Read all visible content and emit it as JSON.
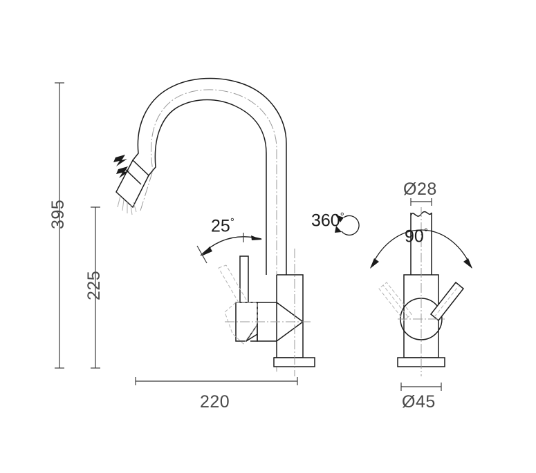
{
  "drawing": {
    "title": "Kitchen mixer tap technical dimension drawing",
    "units": "mm",
    "line_color": "#1b1b1b",
    "dimension_color": "#4a4a4a",
    "centerline_color": "#9a9a9a",
    "ghost_color": "#b4b4b4",
    "background": "#ffffff"
  },
  "dimensions": {
    "overall_height": "395",
    "spout_height": "225",
    "spout_reach": "220",
    "spout_diameter": "Ø28",
    "base_diameter": "Ø45"
  },
  "annotations": {
    "handle_tilt": "25",
    "handle_tilt_unit": "°",
    "spout_rotation": "360",
    "spout_rotation_unit": "°",
    "handle_swivel": "90",
    "handle_swivel_unit": "°"
  },
  "views": {
    "front": {
      "name": "front-elevation",
      "features": [
        "gooseneck-spout",
        "pull-down-spray-head",
        "lever-handle",
        "body-cylinder",
        "base-flange"
      ]
    },
    "side": {
      "name": "side-elevation",
      "features": [
        "spout-tube",
        "lever-handle",
        "body-cylinder",
        "base-flange"
      ]
    }
  },
  "symbols": {
    "pull_out": "pull-out-hose-arrows",
    "rotation": "rotation-arrow-circle"
  }
}
